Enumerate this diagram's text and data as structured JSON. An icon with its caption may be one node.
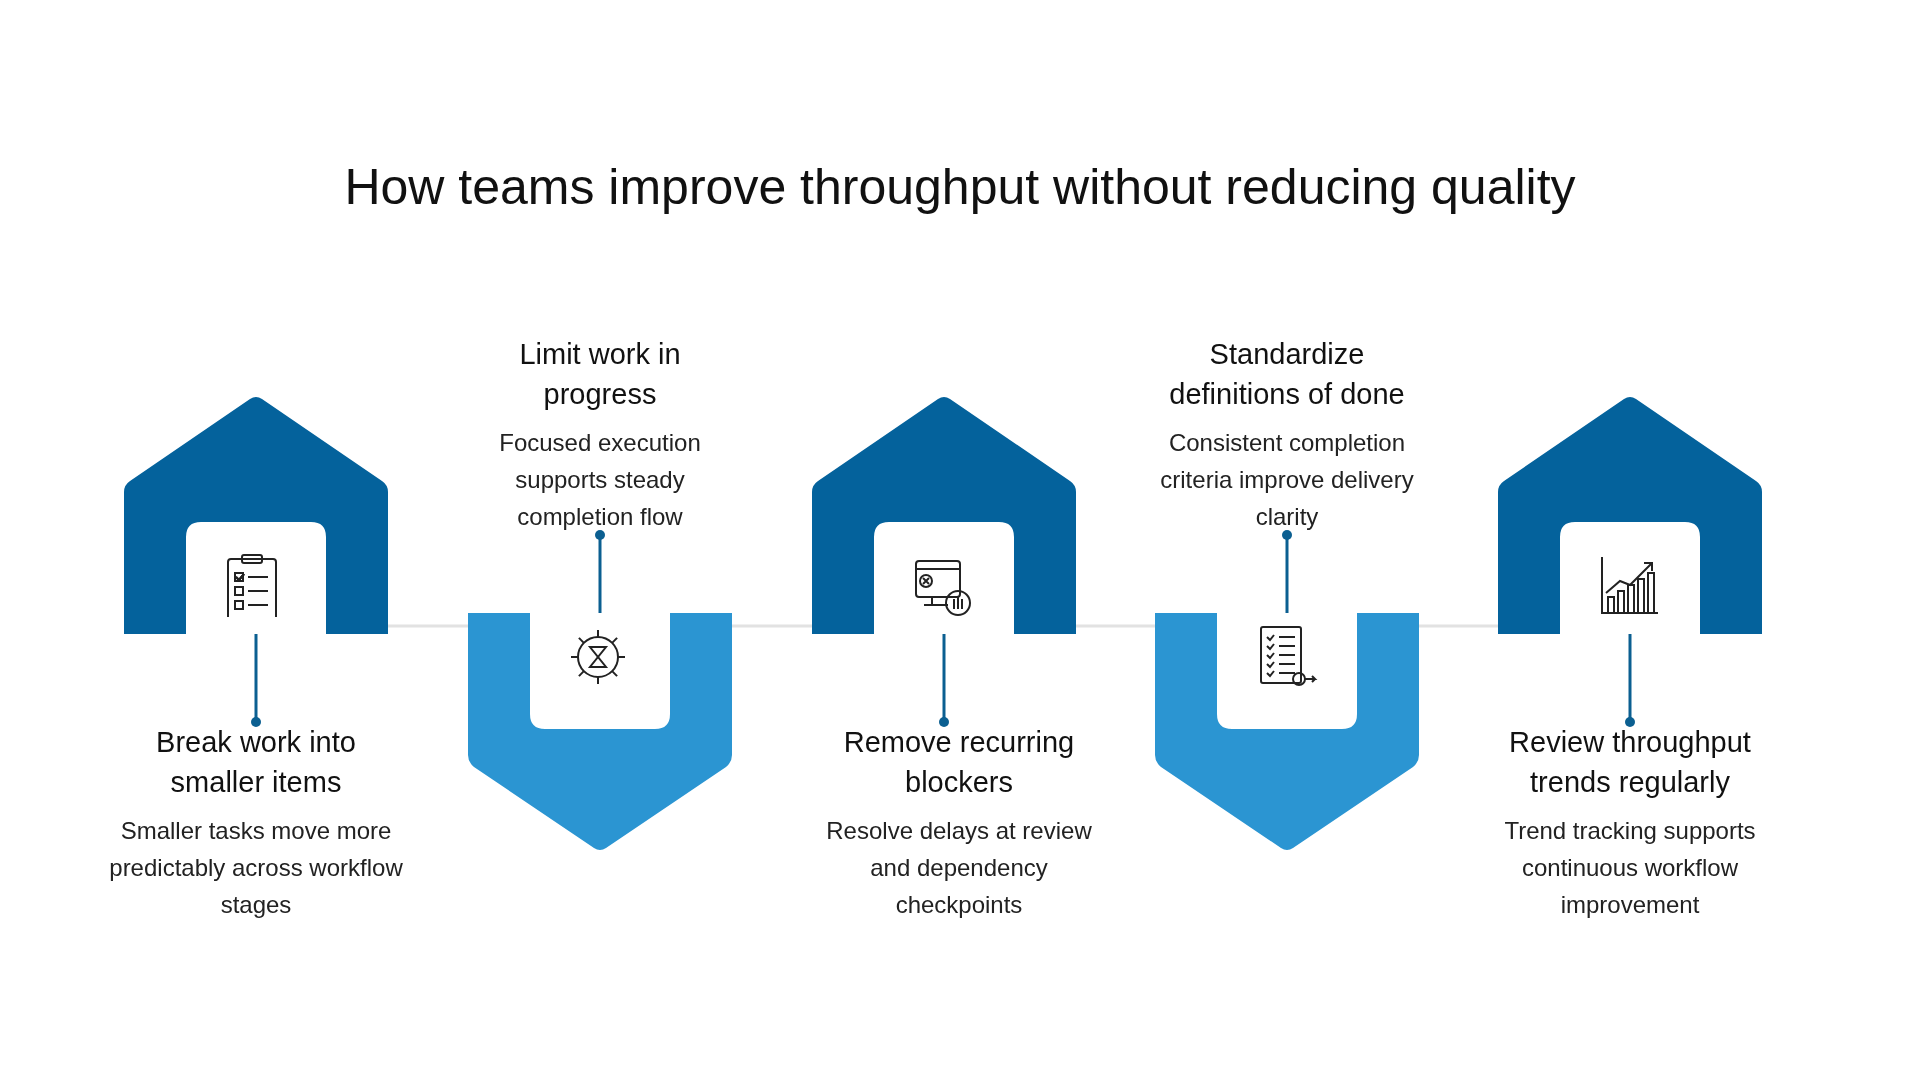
{
  "diagram": {
    "title": "How teams improve throughput without reducing quality",
    "nodes": [
      {
        "text": [],
        "shape": "pentagon"
      },
      {
        "text": [
          "Break work into smaller items",
          "Smaller tasks move more predictably across workflow stages"
        ]
      },
      {
        "text": [],
        "shape": "pentagon"
      },
      {
        "text": [
          "Limit work in progress",
          "Focused execution supports steady completion flow"
        ]
      },
      {
        "text": [],
        "shape": "pentagon"
      },
      {
        "text": [
          "Remove recurring blockers",
          "Resolve delays at review and dependency checkpoints"
        ]
      },
      {
        "text": [],
        "shape": "pentagon"
      },
      {
        "text": [
          "Standardize definitions of done",
          "Consistent completion criteria improve delivery clarity"
        ]
      },
      {
        "text": [],
        "shape": "pentagon"
      },
      {
        "text": [
          "Review throughput trends regularly",
          "Trend tracking supports continuous workflow improvement"
        ]
      }
    ],
    "edges": [
      {
        "from": 0,
        "to": 1,
        "arrow": "other"
      },
      {
        "from": 2,
        "to": 3,
        "arrow": "other"
      },
      {
        "from": 4,
        "to": 5,
        "arrow": "other"
      },
      {
        "from": 6,
        "to": 7,
        "arrow": "other"
      },
      {
        "from": 8,
        "to": 9,
        "arrow": "other"
      },
      {
        "from": 0,
        "to": 2,
        "arrow": "none",
        "color": "#e2e2e2"
      },
      {
        "from": 2,
        "to": 4,
        "arrow": "none",
        "color": "#e2e2e2"
      },
      {
        "from": 4,
        "to": 6,
        "arrow": "none",
        "color": "#e2e2e2"
      },
      {
        "from": 6,
        "to": 8,
        "arrow": "none",
        "color": "#e2e2e2"
      }
    ]
  }
}
